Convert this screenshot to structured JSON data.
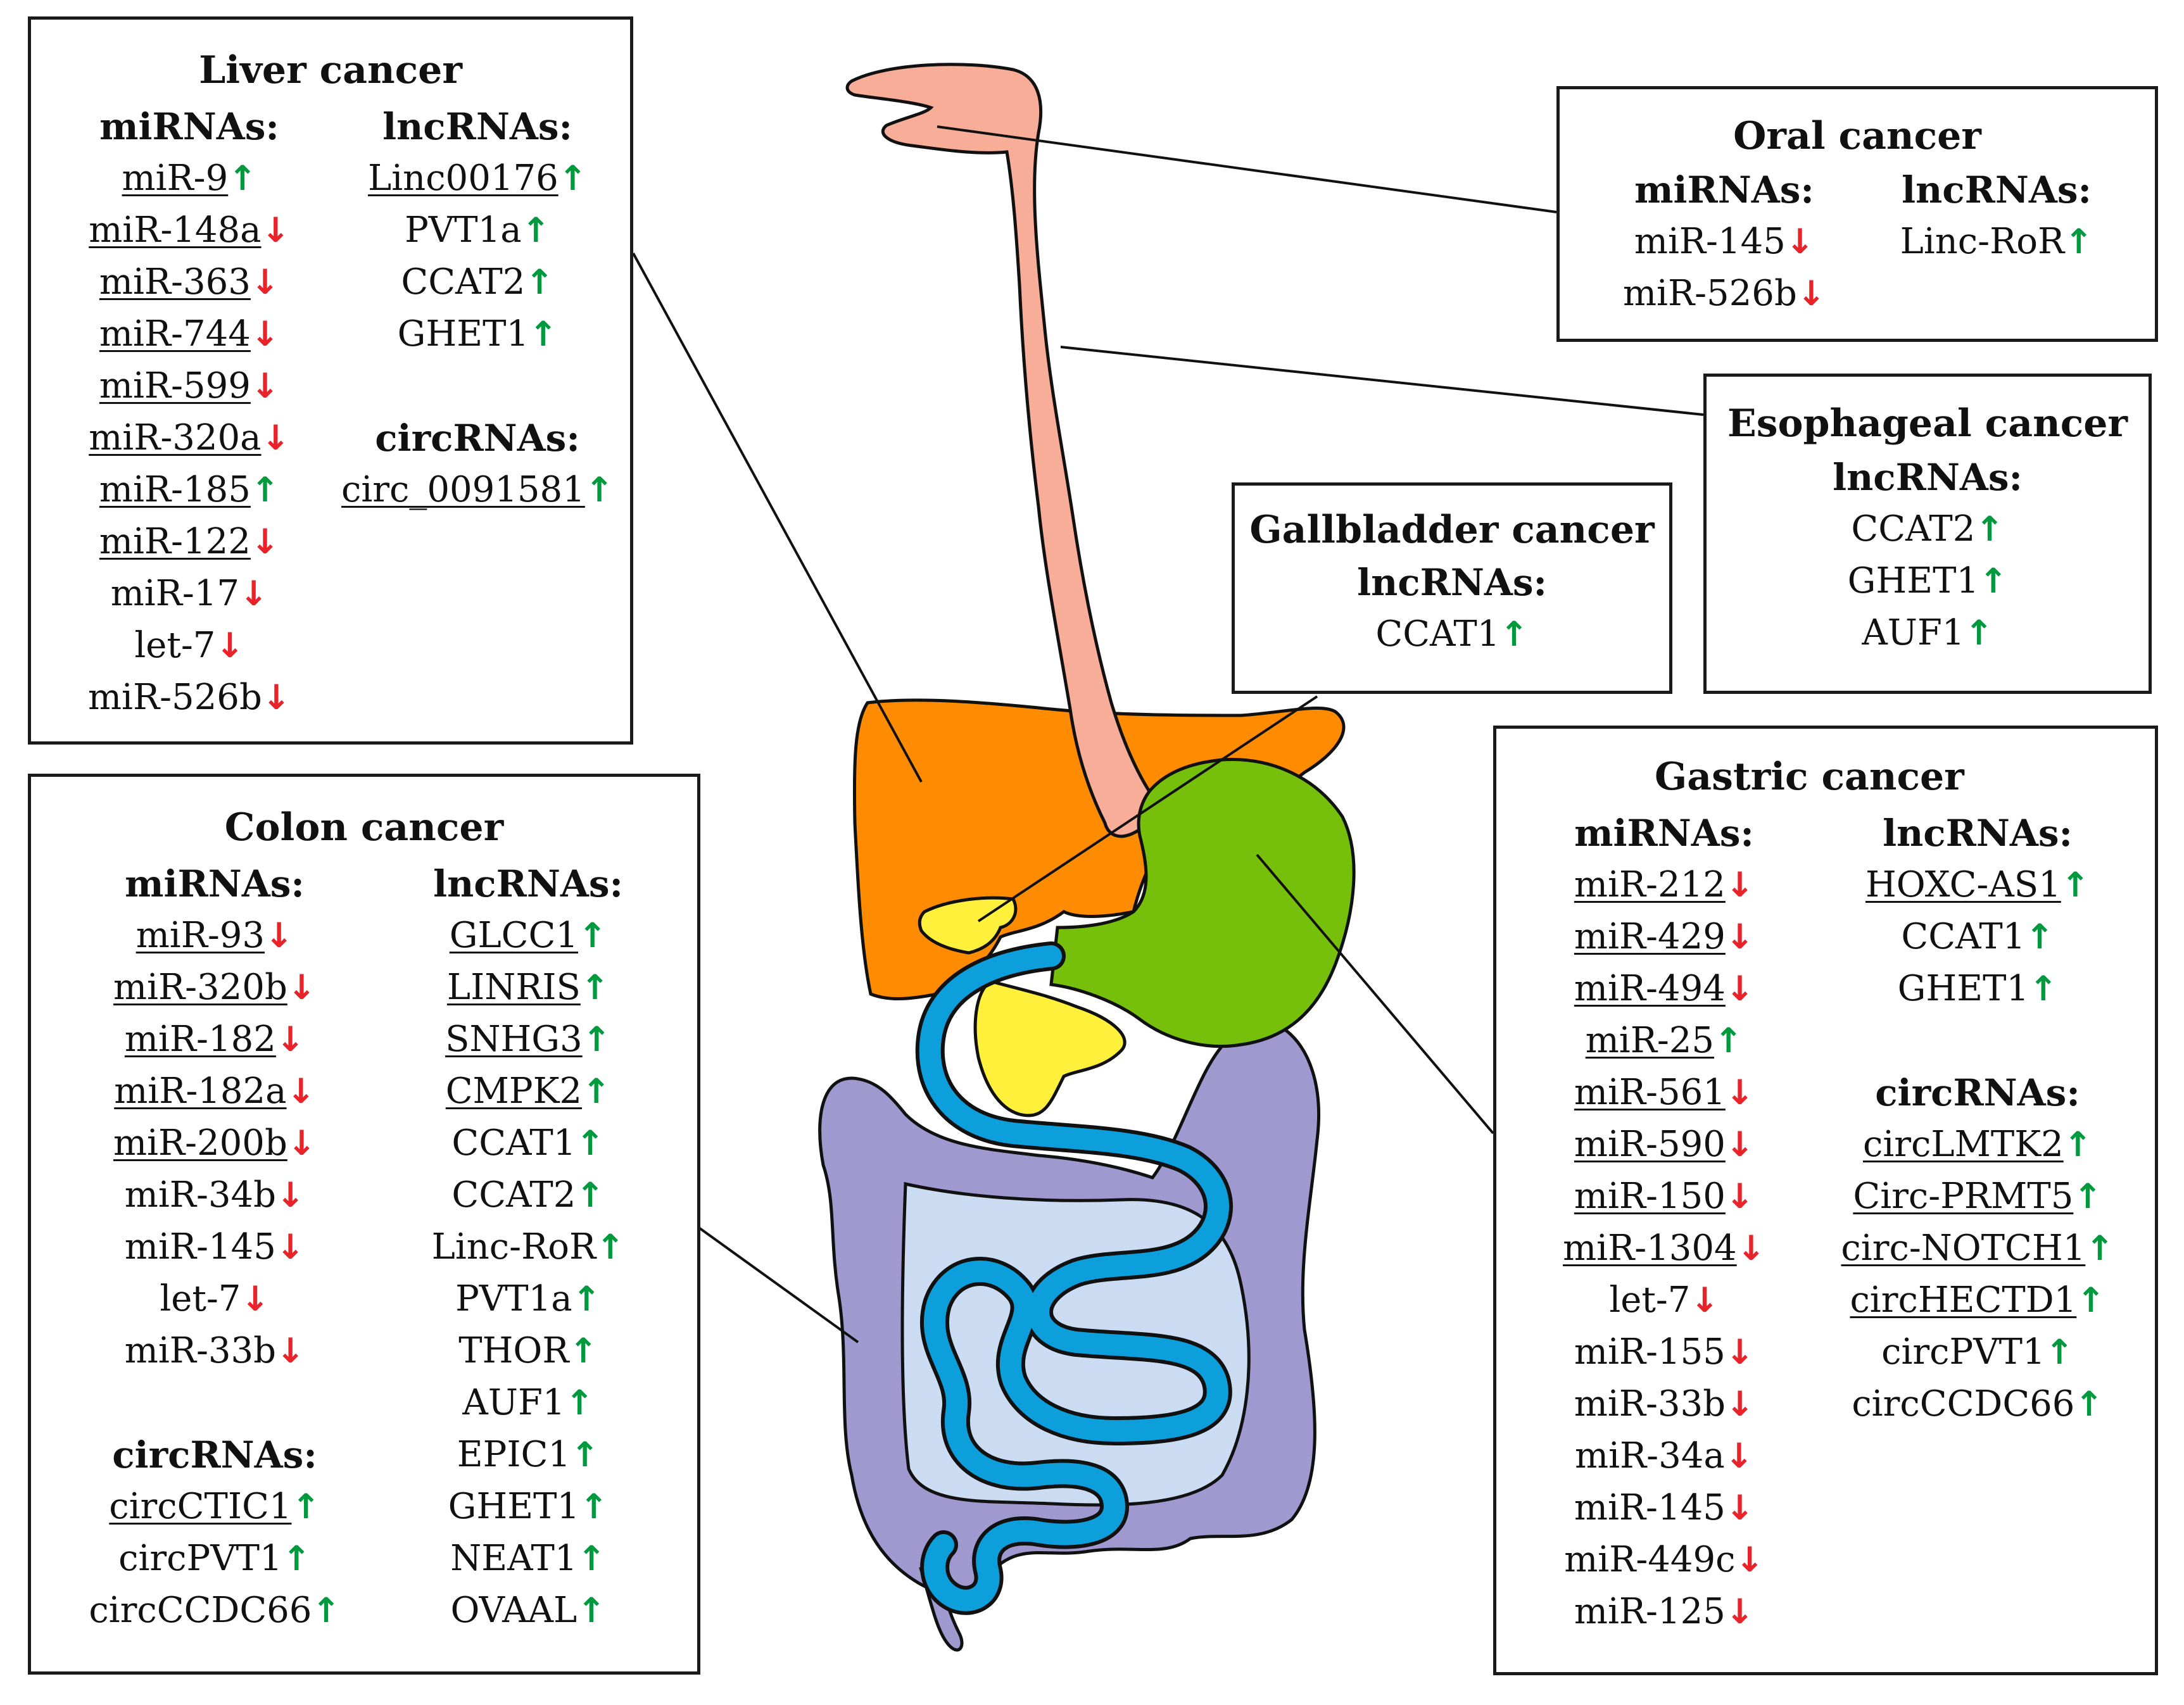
{
  "colors": {
    "up": "#009a3e",
    "down": "#e8232a",
    "esophagus": "#f8ad98",
    "liver": "#ff8c00",
    "stomach": "#76bf0a",
    "gallbladder": "#fff03c",
    "duodenum": "#0d9fdb",
    "colon": "#9f99cf",
    "small_intestine_bg": "#cbdcf2"
  },
  "arrows": {
    "up": "↑",
    "down": "↓"
  },
  "panels": {
    "liver": {
      "title": "Liver cancer",
      "columns": [
        {
          "groups": [
            {
              "heading": "miRNAs:",
              "items": [
                {
                  "name": "miR-9",
                  "dir": "up",
                  "u": true
                },
                {
                  "name": "miR-148a",
                  "dir": "down",
                  "u": true
                },
                {
                  "name": "miR-363",
                  "dir": "down",
                  "u": true
                },
                {
                  "name": "miR-744",
                  "dir": "down",
                  "u": true
                },
                {
                  "name": "miR-599",
                  "dir": "down",
                  "u": true
                },
                {
                  "name": "miR-320a",
                  "dir": "down",
                  "u": true
                },
                {
                  "name": "miR-185",
                  "dir": "up",
                  "u": true
                },
                {
                  "name": "miR-122",
                  "dir": "down",
                  "u": true
                },
                {
                  "name": "miR-17",
                  "dir": "down",
                  "u": false
                },
                {
                  "name": "let-7",
                  "dir": "down",
                  "u": false
                },
                {
                  "name": "miR-526b",
                  "dir": "down",
                  "u": false
                }
              ]
            }
          ]
        },
        {
          "groups": [
            {
              "heading": "lncRNAs:",
              "items": [
                {
                  "name": "Linc00176",
                  "dir": "up",
                  "u": true
                },
                {
                  "name": "PVT1a",
                  "dir": "up",
                  "u": false
                },
                {
                  "name": "CCAT2",
                  "dir": "up",
                  "u": false
                },
                {
                  "name": "GHET1",
                  "dir": "up",
                  "u": false
                }
              ]
            },
            {
              "heading": "circRNAs:",
              "items": [
                {
                  "name": "circ_0091581",
                  "dir": "up",
                  "u": true
                }
              ]
            }
          ]
        }
      ]
    },
    "oral": {
      "title": "Oral cancer",
      "columns": [
        {
          "groups": [
            {
              "heading": "miRNAs:",
              "items": [
                {
                  "name": "miR-145",
                  "dir": "down",
                  "u": false
                },
                {
                  "name": "miR-526b",
                  "dir": "down",
                  "u": false
                }
              ]
            }
          ]
        },
        {
          "groups": [
            {
              "heading": "lncRNAs:",
              "items": [
                {
                  "name": "Linc-RoR",
                  "dir": "up",
                  "u": false
                }
              ]
            }
          ]
        }
      ]
    },
    "esophageal": {
      "title": "Esophageal cancer",
      "columns": [
        {
          "groups": [
            {
              "heading": "lncRNAs:",
              "items": [
                {
                  "name": "CCAT2",
                  "dir": "up",
                  "u": false
                },
                {
                  "name": "GHET1",
                  "dir": "up",
                  "u": false
                },
                {
                  "name": "AUF1",
                  "dir": "up",
                  "u": false
                }
              ]
            }
          ]
        }
      ]
    },
    "gallbladder": {
      "title": "Gallbladder cancer",
      "columns": [
        {
          "groups": [
            {
              "heading": "lncRNAs:",
              "items": [
                {
                  "name": "CCAT1",
                  "dir": "up",
                  "u": false
                }
              ]
            }
          ]
        }
      ]
    },
    "colon": {
      "title": "Colon cancer",
      "columns": [
        {
          "groups": [
            {
              "heading": "miRNAs:",
              "items": [
                {
                  "name": "miR-93",
                  "dir": "down",
                  "u": true
                },
                {
                  "name": "miR-320b",
                  "dir": "down",
                  "u": true
                },
                {
                  "name": "miR-182",
                  "dir": "down",
                  "u": true
                },
                {
                  "name": "miR-182a",
                  "dir": "down",
                  "u": true
                },
                {
                  "name": "miR-200b",
                  "dir": "down",
                  "u": true
                },
                {
                  "name": "miR-34b",
                  "dir": "down",
                  "u": false
                },
                {
                  "name": "miR-145",
                  "dir": "down",
                  "u": false
                },
                {
                  "name": "let-7",
                  "dir": "down",
                  "u": false
                },
                {
                  "name": "miR-33b",
                  "dir": "down",
                  "u": false
                }
              ]
            },
            {
              "heading": "circRNAs:",
              "items": [
                {
                  "name": "circCTIC1",
                  "dir": "up",
                  "u": true
                },
                {
                  "name": "circPVT1",
                  "dir": "up",
                  "u": false
                },
                {
                  "name": "circCCDC66",
                  "dir": "up",
                  "u": false
                }
              ]
            }
          ]
        },
        {
          "groups": [
            {
              "heading": "lncRNAs:",
              "items": [
                {
                  "name": "GLCC1",
                  "dir": "up",
                  "u": true
                },
                {
                  "name": "LINRIS",
                  "dir": "up",
                  "u": true
                },
                {
                  "name": "SNHG3",
                  "dir": "up",
                  "u": true
                },
                {
                  "name": "CMPK2",
                  "dir": "up",
                  "u": true
                },
                {
                  "name": "CCAT1",
                  "dir": "up",
                  "u": false
                },
                {
                  "name": "CCAT2",
                  "dir": "up",
                  "u": false
                },
                {
                  "name": "Linc-RoR",
                  "dir": "up",
                  "u": false
                },
                {
                  "name": "PVT1a",
                  "dir": "up",
                  "u": false
                },
                {
                  "name": "THOR",
                  "dir": "up",
                  "u": false
                },
                {
                  "name": "AUF1",
                  "dir": "up",
                  "u": false
                },
                {
                  "name": "EPIC1",
                  "dir": "up",
                  "u": false
                },
                {
                  "name": "GHET1",
                  "dir": "up",
                  "u": false
                },
                {
                  "name": "NEAT1",
                  "dir": "up",
                  "u": false
                },
                {
                  "name": "OVAAL",
                  "dir": "up",
                  "u": false
                }
              ]
            }
          ]
        }
      ]
    },
    "gastric": {
      "title": "Gastric cancer",
      "columns": [
        {
          "groups": [
            {
              "heading": "miRNAs:",
              "items": [
                {
                  "name": "miR-212",
                  "dir": "down",
                  "u": true
                },
                {
                  "name": "miR-429",
                  "dir": "down",
                  "u": true
                },
                {
                  "name": "miR-494",
                  "dir": "down",
                  "u": true
                },
                {
                  "name": "miR-25",
                  "dir": "up",
                  "u": true
                },
                {
                  "name": "miR-561",
                  "dir": "down",
                  "u": true
                },
                {
                  "name": "miR-590",
                  "dir": "down",
                  "u": true
                },
                {
                  "name": "miR-150",
                  "dir": "down",
                  "u": true
                },
                {
                  "name": "miR-1304",
                  "dir": "down",
                  "u": true
                },
                {
                  "name": "let-7",
                  "dir": "down",
                  "u": false
                },
                {
                  "name": "miR-155",
                  "dir": "down",
                  "u": false
                },
                {
                  "name": "miR-33b",
                  "dir": "down",
                  "u": false
                },
                {
                  "name": "miR-34a",
                  "dir": "down",
                  "u": false
                },
                {
                  "name": "miR-145",
                  "dir": "down",
                  "u": false
                },
                {
                  "name": "miR-449c",
                  "dir": "down",
                  "u": false
                },
                {
                  "name": "miR-125",
                  "dir": "down",
                  "u": false
                }
              ]
            }
          ]
        },
        {
          "groups": [
            {
              "heading": "lncRNAs:",
              "items": [
                {
                  "name": "HOXC-AS1",
                  "dir": "up",
                  "u": true
                },
                {
                  "name": "CCAT1",
                  "dir": "up",
                  "u": false
                },
                {
                  "name": "GHET1",
                  "dir": "up",
                  "u": false
                }
              ]
            },
            {
              "heading": "circRNAs:",
              "items": [
                {
                  "name": "circLMTK2",
                  "dir": "up",
                  "u": true
                },
                {
                  "name": "Circ-PRMT5",
                  "dir": "up",
                  "u": true
                },
                {
                  "name": "circ-NOTCH1",
                  "dir": "up",
                  "u": true
                },
                {
                  "name": "circHECTD1",
                  "dir": "up",
                  "u": true
                },
                {
                  "name": "circPVT1",
                  "dir": "up",
                  "u": false
                },
                {
                  "name": "circCCDC66",
                  "dir": "up",
                  "u": false
                }
              ]
            }
          ]
        }
      ]
    }
  }
}
